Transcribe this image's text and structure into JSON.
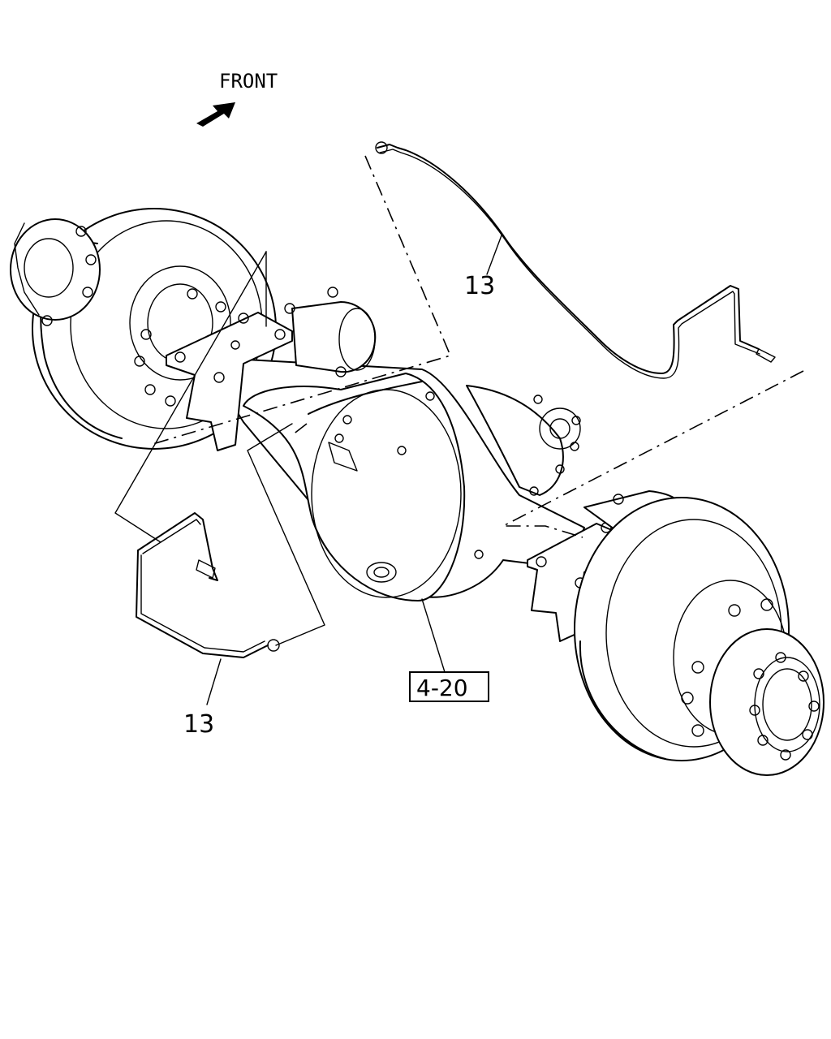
{
  "direction_label": "FRONT",
  "callouts": {
    "brake_pipe_upper": "13",
    "brake_pipe_lower": "13",
    "axle_reference": "4-20"
  },
  "colors": {
    "line": "#000000",
    "background": "#ffffff"
  },
  "icons": {
    "direction_arrow": "front-arrow-icon"
  }
}
